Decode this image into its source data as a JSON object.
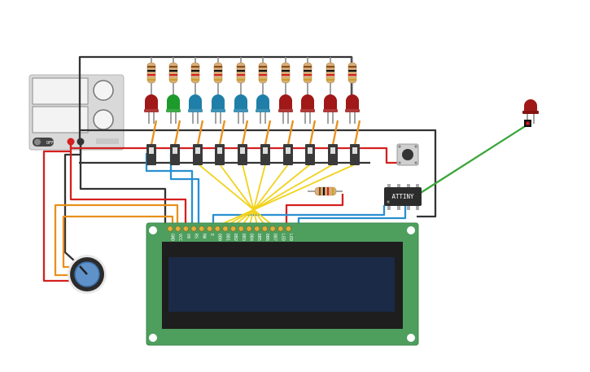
{
  "components": {
    "power_supply": {
      "switch_label": "OFF"
    },
    "microcontroller": {
      "label": "ATTINY"
    },
    "lcd": {
      "pin_labels": [
        "GND",
        "VCC",
        "V0",
        "RS",
        "RW",
        "E",
        "DB0",
        "DB1",
        "DB2",
        "DB3",
        "DB4",
        "DB5",
        "DB6",
        "DB7",
        "LED",
        "LED"
      ]
    }
  },
  "leds": [
    {
      "color": "#a01818"
    },
    {
      "color": "#1c9a2a"
    },
    {
      "color": "#1f7fa8"
    },
    {
      "color": "#1f7fa8"
    },
    {
      "color": "#1f7fa8"
    },
    {
      "color": "#1f7fa8"
    },
    {
      "color": "#a01818"
    },
    {
      "color": "#a01818"
    },
    {
      "color": "#a01818"
    },
    {
      "color": "#a01818"
    }
  ],
  "wire_colors": {
    "black": "#333333",
    "red": "#d42020",
    "orange": "#e8901c",
    "blue": "#2a8fcf",
    "yellow": "#f2d21c",
    "green": "#3aa63a"
  }
}
